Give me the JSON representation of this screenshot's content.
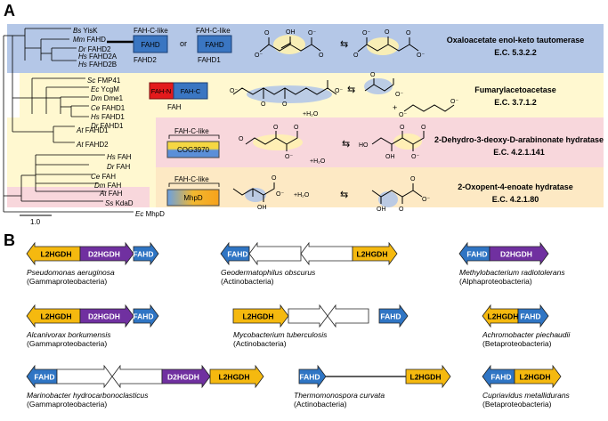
{
  "panel_a": {
    "label": "A",
    "scale_bar": "1.0",
    "tree_leaves": [
      {
        "species": "Bs",
        "gene": "YisK"
      },
      {
        "species": "Mm",
        "gene": "FAHD"
      },
      {
        "species": "Dr",
        "gene": "FAHD2"
      },
      {
        "species": "Hs",
        "gene": "FAHD2A"
      },
      {
        "species": "Hs",
        "gene": "FAHD2B"
      },
      {
        "species": "Sc",
        "gene": "FMP41"
      },
      {
        "species": "Ec",
        "gene": "YcgM"
      },
      {
        "species": "Dm",
        "gene": "Dme1"
      },
      {
        "species": "Ce",
        "gene": "FAHD1"
      },
      {
        "species": "Hs",
        "gene": "FAHD1"
      },
      {
        "species": "Dr",
        "gene": "FAHD1"
      },
      {
        "species": "At",
        "gene": "FAHD1"
      },
      {
        "species": "At",
        "gene": "FAHD2"
      },
      {
        "species": "Hs",
        "gene": "FAH"
      },
      {
        "species": "Dr",
        "gene": "FAH"
      },
      {
        "species": "Ce",
        "gene": "FAH"
      },
      {
        "species": "Dm",
        "gene": "FAH"
      },
      {
        "species": "At",
        "gene": "FAH"
      },
      {
        "species": "Ss",
        "gene": "KdaD"
      },
      {
        "species": "Ec",
        "gene": "MhpD"
      }
    ],
    "rows": [
      {
        "domain_labels": [
          "FAH-C-like",
          "FAH-C-like"
        ],
        "boxes": [
          "FAHD",
          "FAHD"
        ],
        "or_text": "or",
        "names": [
          "FAHD2",
          "FAHD1"
        ],
        "enzyme": "Oxaloacetate enol-keto tautomerase",
        "ec": "E.C. 5.3.2.2"
      },
      {
        "boxes": [
          "FAH-N",
          "FAH-C"
        ],
        "names": [
          "FAH"
        ],
        "reagents": [
          "+H₂O",
          "+"
        ],
        "enzyme": "Fumarylacetoacetase",
        "ec": "E.C. 3.7.1.2"
      },
      {
        "domain_labels": [
          "FAH-C-like"
        ],
        "boxes": [
          "COG3970"
        ],
        "reagents": [
          "+H₂O"
        ],
        "enzyme": "2-Dehydro-3-deoxy-D-arabinonate hydratase",
        "ec": "E.C. 4.2.1.141"
      },
      {
        "domain_labels": [
          "FAH-C-like"
        ],
        "boxes": [
          "MhpD"
        ],
        "reagents": [
          "+H₂O"
        ],
        "enzyme": "2-Oxopent-4-enoate hydratase",
        "ec": "E.C. 4.2.1.80"
      }
    ],
    "chem_labels": {
      "oh": "OH",
      "ho": "HO",
      "o": "O",
      "om": "O⁻"
    },
    "colors": {
      "blue_bg": "#b4c7e7",
      "yellow_bg": "#fff8d0",
      "pink_bg": "#f8d7dc",
      "orange_bg": "#fde9c4",
      "fahd_blue": "#3a76c2",
      "fah_red": "#e31a1c",
      "yellow_gene": "#f5b90f",
      "purple_gene": "#7030a0"
    }
  },
  "panel_b": {
    "label": "B",
    "clusters": [
      {
        "species": "Pseudomonas aeruginosa",
        "class": "(Gammaproteobacteria)",
        "genes": [
          "L2HGDH",
          "D2HGDH",
          "FAHD"
        ]
      },
      {
        "species": "Geodermatophilus obscurus",
        "class": "(Actinobacteria)",
        "genes": [
          "FAHD",
          "",
          "",
          "L2HGDH"
        ]
      },
      {
        "species": "Methylobacterium radiotolerans",
        "class": "(Alphaproteobacteria)",
        "genes": [
          "FAHD",
          "D2HGDH"
        ]
      },
      {
        "species": "Alcanivorax borkumensis",
        "class": "(Gammaproteobacteria)",
        "genes": [
          "L2HGDH",
          "D2HGDH",
          "FAHD"
        ]
      },
      {
        "species": "Mycobacterium tuberculosis",
        "class": "(Actinobacteria)",
        "genes": [
          "L2HGDH",
          "",
          "",
          "FAHD"
        ]
      },
      {
        "species": "Achromobacter piechaudii",
        "class": "(Betaproteobacteria)",
        "genes": [
          "L2HGDH",
          "FAHD"
        ]
      },
      {
        "species": "Marinobacter hydrocarbonoclasticus",
        "class": "(Gammaproteobacteria)",
        "genes": [
          "FAHD",
          "",
          "",
          "D2HGDH",
          "L2HGDH"
        ]
      },
      {
        "species": "Thermomonospora curvata",
        "class": "(Actinobacteria)",
        "genes": [
          "FAHD",
          "L2HGDH"
        ]
      },
      {
        "species": "Cupriavidus metallidurans",
        "class": "(Betaproteobacteria)",
        "genes": [
          "FAHD",
          "L2HGDH"
        ]
      }
    ]
  }
}
